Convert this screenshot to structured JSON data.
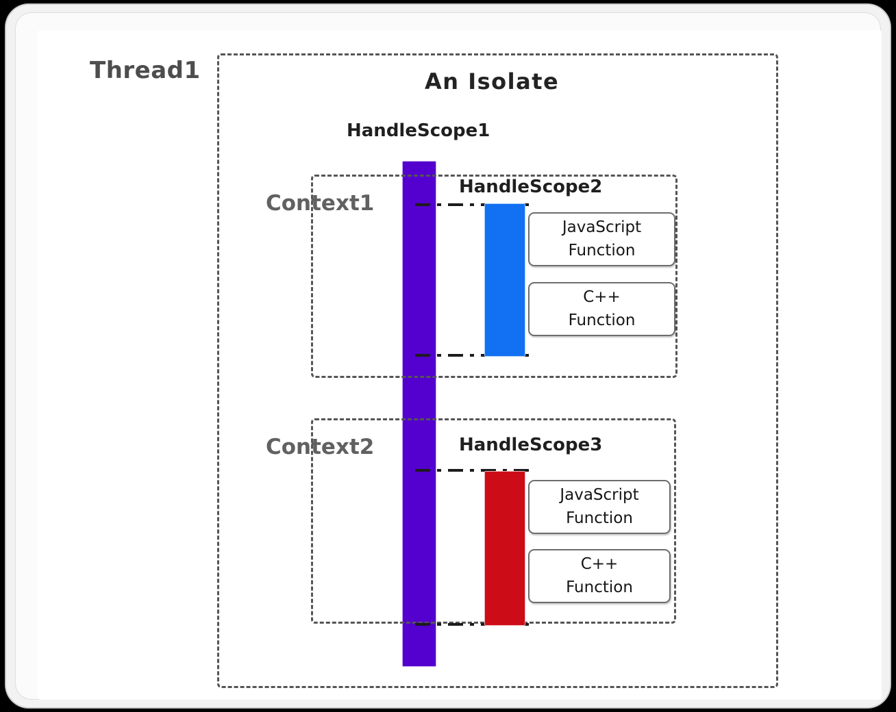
{
  "diagram": {
    "title": "An Isolate",
    "thread_label": "Thread1",
    "colors": {
      "handlescope1_bar": "#5400CE",
      "handlescope2_bar": "#1271F2",
      "handlescope3_bar": "#CC0C16",
      "dashed_border": "#555555",
      "context_label_text": "#616161",
      "title_text": "#232323",
      "canvas_background": "#FFFFFF",
      "frame_background": "#F2F2F2"
    },
    "handle_scopes": {
      "hs1": "HandleScope1",
      "hs2": "HandleScope2",
      "hs3": "HandleScope3"
    },
    "contexts": [
      {
        "name": "Context1",
        "handle_scope": "HandleScope2",
        "functions": [
          {
            "line1": "JavaScript",
            "line2": "Function"
          },
          {
            "line1": "C++",
            "line2": "Function"
          }
        ]
      },
      {
        "name": "Context2",
        "handle_scope": "HandleScope3",
        "functions": [
          {
            "line1": "JavaScript",
            "line2": "Function"
          },
          {
            "line1": "C++",
            "line2": "Function"
          }
        ]
      }
    ]
  }
}
